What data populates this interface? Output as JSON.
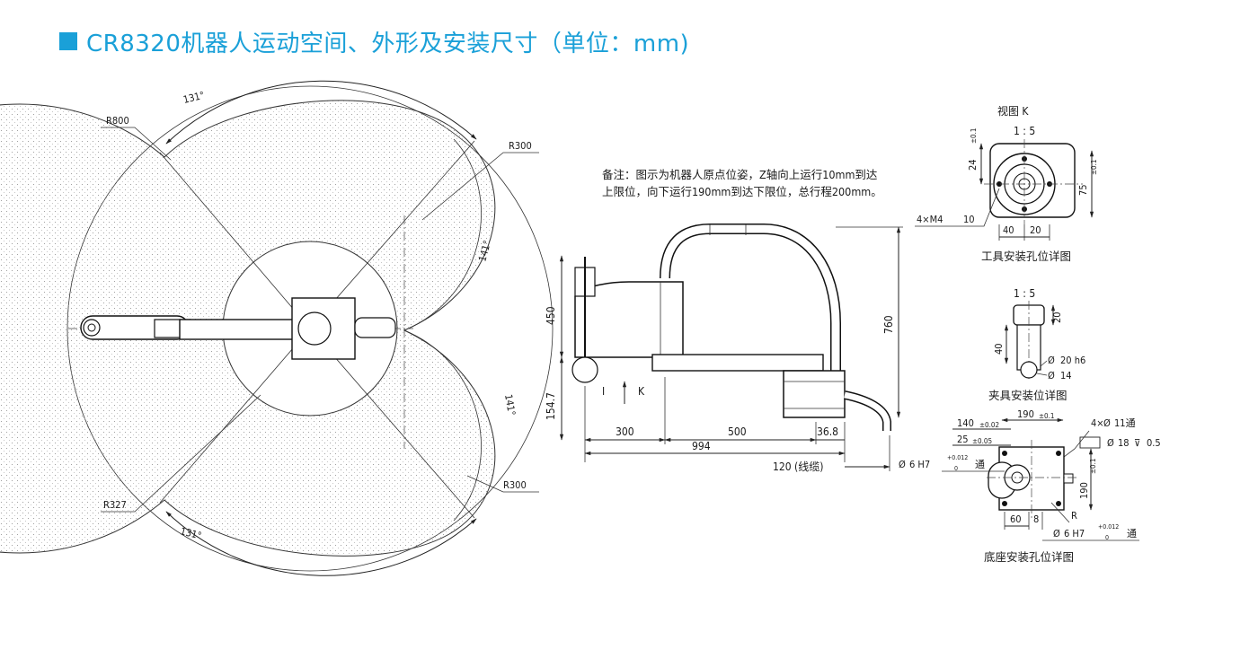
{
  "header": {
    "title": "CR8320机器人运动空间、外形及安装尺寸（单位：mm)",
    "accent_color": "#1aa0d8"
  },
  "workspace": {
    "labels": {
      "r800": "R800",
      "r300_top": "R300",
      "r300_bottom": "R300",
      "r327": "R327",
      "angle_top": "131°",
      "angle_bottom": "131°",
      "angle_right_top": "141°",
      "angle_right_bottom": "141°"
    }
  },
  "side_view": {
    "note_line1": "备注：图示为机器人原点位姿，Z轴向上运行10mm到达",
    "note_line2": "上限位，向下运行190mm到达下限位，总行程200mm。",
    "dims": {
      "height_450": "450",
      "height_760": "760",
      "height_154": "154.7",
      "len_300": "300",
      "len_500": "500",
      "len_36": "36.8",
      "len_994": "994",
      "len_120": "120 (线缆)"
    },
    "labels": {
      "detail_i": "I",
      "view_k": "K"
    }
  },
  "tool_detail": {
    "title": "视图 K",
    "scale": "1 : 5",
    "caption": "工具安装孔位详图",
    "dims": {
      "d24": "24",
      "tol24": "±0.1",
      "d75": "75",
      "tol75": "±0.1",
      "holes": "4×M4",
      "hole_depth": "10",
      "d40": "40",
      "d20": "20"
    }
  },
  "clamp_detail": {
    "scale": "1 : 5",
    "caption": "夹具安装位详图",
    "dims": {
      "d20": "20",
      "d40": "40",
      "shaft": "20 h6",
      "bore": "14"
    }
  },
  "base_detail": {
    "caption": "底座安装孔位详图",
    "dims": {
      "d140": "140",
      "tol140": "±0.02",
      "d190_top": "190",
      "tol190_top": "±0.1",
      "d25": "25",
      "tol25": "±0.05",
      "holes": "4×",
      "hole_dia": "11通",
      "cbore": "18",
      "cbore_depth": "0.5",
      "pin_left": "6 H7",
      "fit_upper": "+0.012",
      "fit_lower": "0",
      "thru": "通",
      "d190_side": "190",
      "tol190_side": "±0.1",
      "d60": "60",
      "d8": "8",
      "radius": "R",
      "pin_bottom": "6 H7"
    }
  }
}
